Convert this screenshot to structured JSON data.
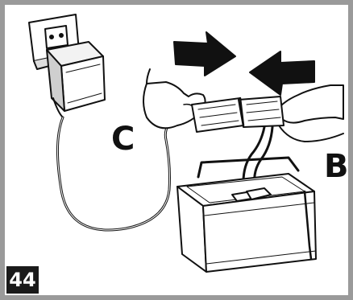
{
  "figure": {
    "number": "44",
    "labels": {
      "charger": "C",
      "battery": "B"
    }
  },
  "colors": {
    "frame": "#9a9a9a",
    "ink": "#111111",
    "badge_bg": "#1a1a1a",
    "badge_text": "#ffffff"
  },
  "icons": [
    "wall-socket-icon",
    "charger-plug-icon",
    "arrow-right-icon",
    "arrow-left-icon",
    "connector-icon",
    "battery-icon",
    "hand-icon"
  ]
}
